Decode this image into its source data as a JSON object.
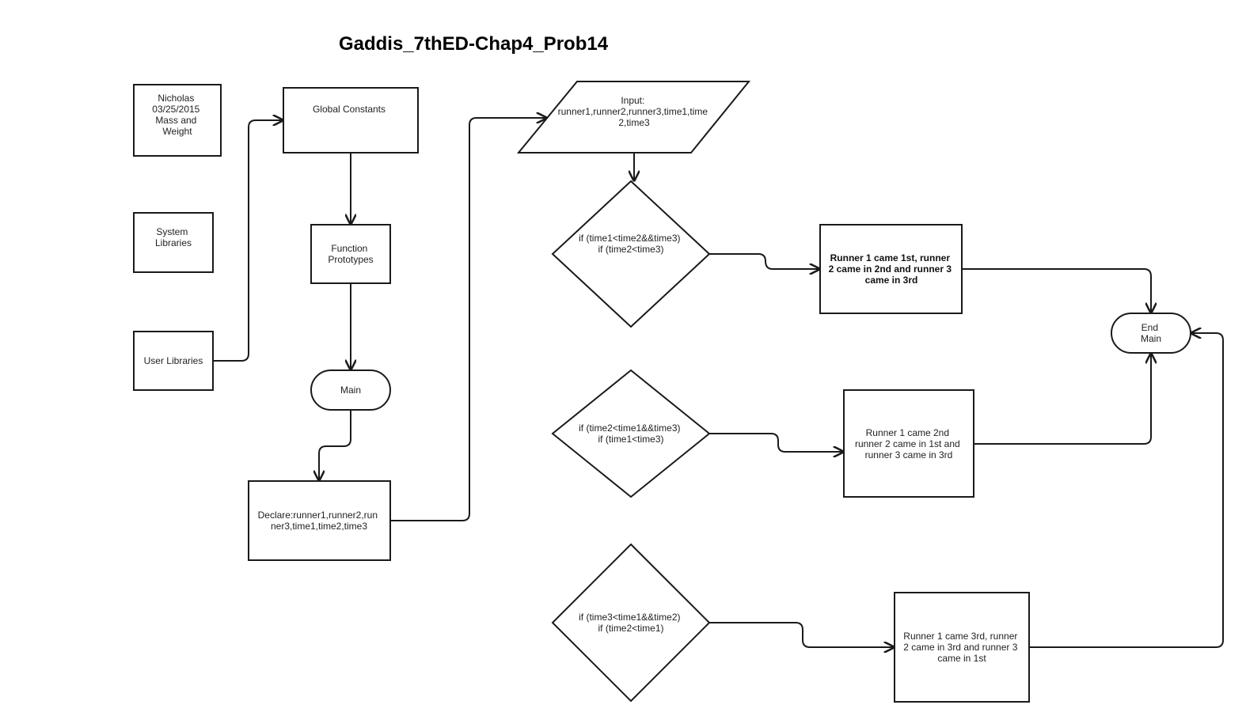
{
  "title": "Gaddis_7thED-Chap4_Prob14",
  "nodes": {
    "author": [
      "Nicholas",
      "03/25/2015",
      "Mass and",
      "Weight"
    ],
    "system_libraries": [
      "System",
      "Libraries"
    ],
    "user_libraries": [
      "User Libraries"
    ],
    "global_constants": [
      "Global Constants"
    ],
    "function_prototypes": [
      "Function",
      "Prototypes"
    ],
    "main": [
      "Main"
    ],
    "declare": [
      "Declare:runner1,runner2,run",
      "ner3,time1,time2,time3"
    ],
    "input": [
      "Input:",
      "runner1,runner2,runner3,time1,time",
      "2,time3"
    ],
    "decision1": [
      "if (time1<time2&&time3)",
      "if (time2<time3)"
    ],
    "decision2": [
      "if (time2<time1&&time3)",
      "if (time1<time3)"
    ],
    "decision3": [
      "if (time3<time1&&time2)",
      "if (time2<time1)"
    ],
    "result1": [
      "Runner 1 came 1st, runner",
      "2 came in 2nd and runner 3",
      "came in 3rd"
    ],
    "result2": [
      "Runner 1 came 2nd",
      "runner 2 came in 1st and",
      "runner 3 came in 3rd"
    ],
    "result3": [
      "Runner 1 came 3rd, runner",
      "2 came in 3rd and runner 3",
      "came in 1st"
    ],
    "end_main": [
      "End",
      "Main"
    ]
  },
  "colors": {
    "stroke": "#1a1a1a",
    "fill": "#ffffff",
    "text": "#222222"
  }
}
